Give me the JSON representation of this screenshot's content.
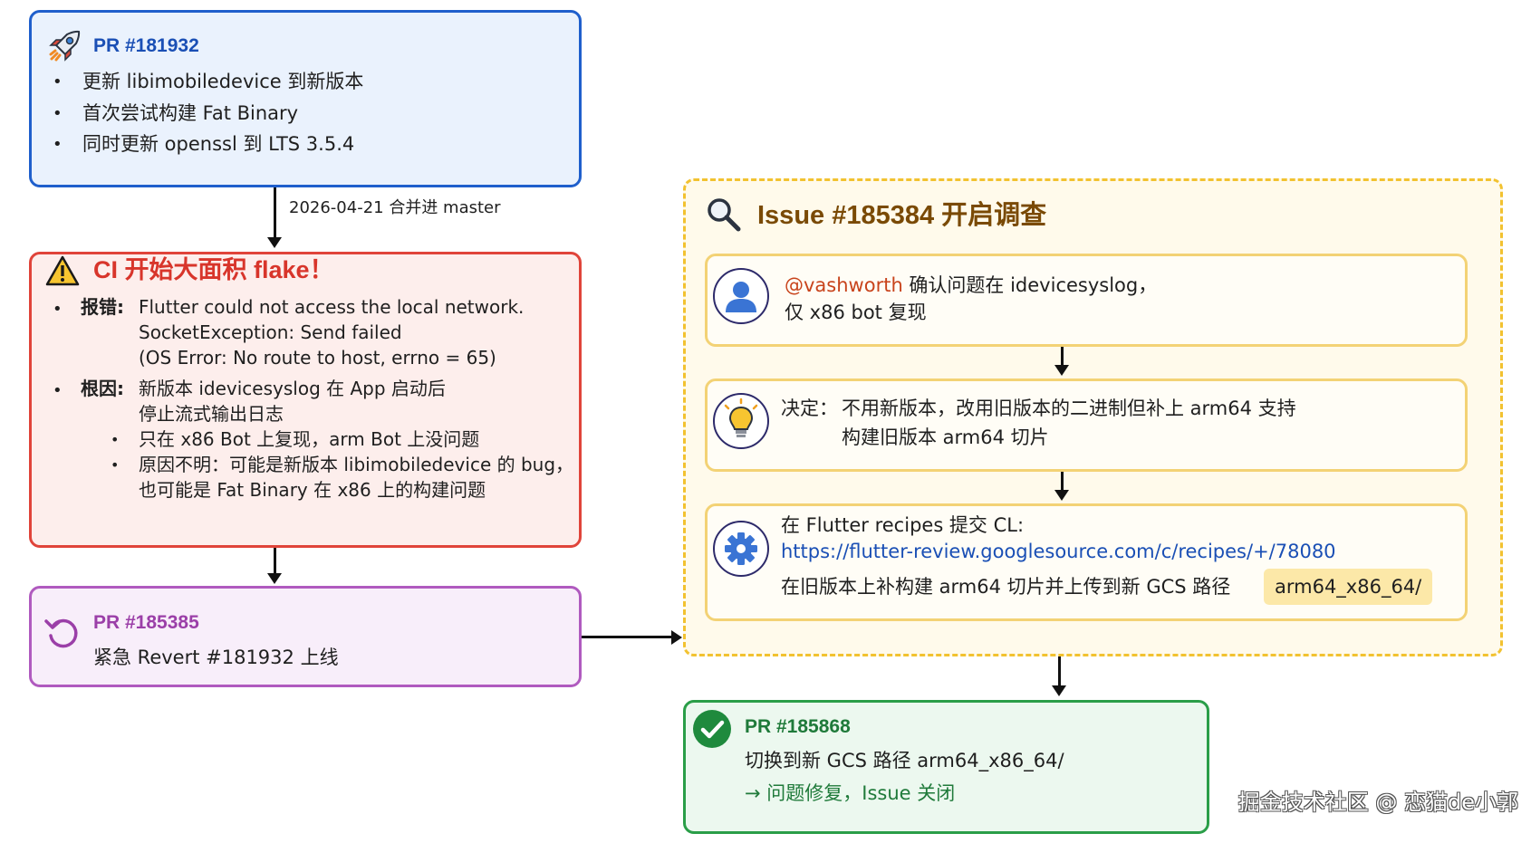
{
  "pr1": {
    "title": "PR #181932",
    "icon": "rocket-icon",
    "items": [
      "更新 libimobiledevice 到新版本",
      "首次尝试构建 Fat Binary",
      "同时更新 openssl 到 LTS 3.5.4"
    ]
  },
  "arrow1_label": "2026-04-21 合并进 master",
  "ci": {
    "title": "CI 开始大面积 flake！",
    "icon": "warning-icon",
    "error_label": "报错:",
    "error_lines": [
      "Flutter could not access the local network.",
      "SocketException: Send failed",
      "(OS Error: No route to host, errno = 65)"
    ],
    "cause_label": "根因:",
    "cause_lines": [
      "新版本 idevicesyslog 在 App 启动后",
      "停止流式输出日志"
    ],
    "sub_items": [
      "只在 x86 Bot 上复现，arm Bot 上没问题",
      "原因不明：可能是新版本 libimobiledevice 的 bug，",
      "也可能是 Fat Binary 在 x86 上的构建问题"
    ]
  },
  "revert": {
    "title": "PR #185385",
    "icon": "revert-icon",
    "text": "紧急 Revert #181932 上线"
  },
  "issue": {
    "title": "Issue #185384 开启调查",
    "icon": "search-icon",
    "step1": {
      "icon": "user-icon",
      "mention": "@vashworth",
      "line1_rest": " 确认问题在 idevicesyslog，",
      "line2": "仅 x86 bot 复现"
    },
    "step2": {
      "icon": "lightbulb-icon",
      "label": "决定：",
      "line1": "不用新版本，改用旧版本的二进制但补上 arm64 支持",
      "line2": "构建旧版本 arm64 切片"
    },
    "step3": {
      "icon": "gear-icon",
      "line1": "在 Flutter recipes 提交 CL:",
      "link": "https://flutter-review.googlesource.com/c/recipes/+/78080",
      "line3": "在旧版本上补构建 arm64 切片并上传到新 GCS 路径",
      "chip": "arm64_x86_64/"
    }
  },
  "final": {
    "title": "PR #185868",
    "icon": "check-circle-icon",
    "line1": "切换到新 GCS 路径 arm64_x86_64/",
    "line2": "→ 问题修复，Issue 关闭"
  },
  "watermark": "掘金技术社区 @ 恋猫de小郭",
  "colors": {
    "pr1_title": "#1a4fb5",
    "ci_title": "#d8352b",
    "revert_title": "#9b3fa8",
    "issue_title": "#7a4a05",
    "final_title": "#1f7a3a",
    "link": "#1a4fb5",
    "mention": "#c8431b"
  }
}
